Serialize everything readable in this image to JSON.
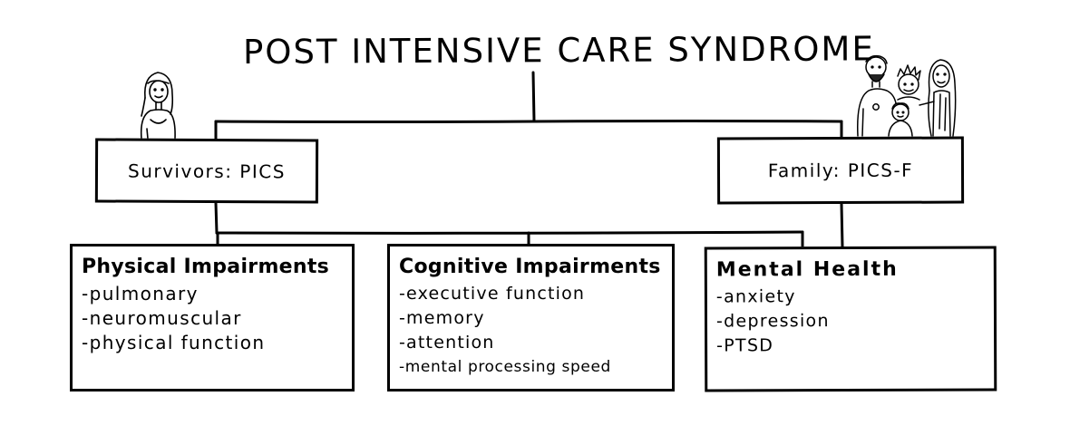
{
  "title": "POST INTENSIVE CARE SYNDROME",
  "roles": {
    "survivors": "Survivors: PICS",
    "family": "Family: PICS-F"
  },
  "categories": [
    {
      "heading": "Physical Impairments",
      "items": [
        "-pulmonary",
        "-neuromuscular",
        "-physical function"
      ]
    },
    {
      "heading": "Cognitive Impairments",
      "items": [
        "-executive function",
        "-memory",
        "-attention",
        "-mental processing speed"
      ]
    },
    {
      "heading": "Mental Health",
      "items": [
        "-anxiety",
        "-depression",
        "-PTSD"
      ]
    }
  ],
  "icons": {
    "survivor": "survivor-figure-icon",
    "family": "family-group-icon"
  },
  "colors": {
    "ink": "#000000",
    "background": "#ffffff"
  }
}
